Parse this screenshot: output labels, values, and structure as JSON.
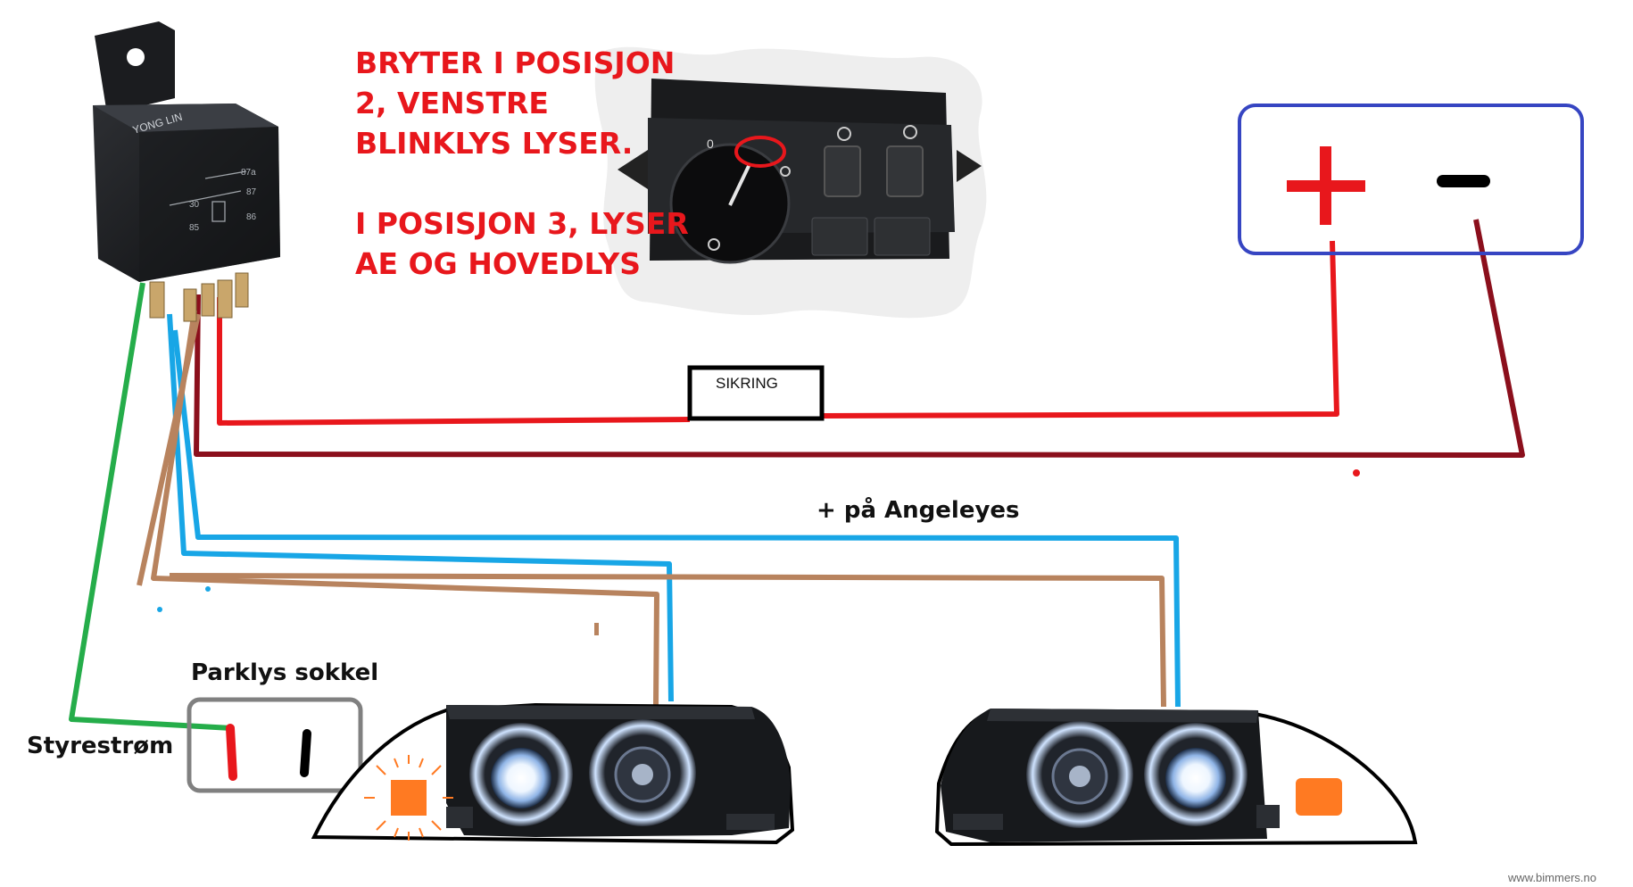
{
  "notes": {
    "switch_line1": "BRYTER I POSISJON",
    "switch_line2": "2, VENSTRE",
    "switch_line3": "BLINKLYS LYSER.",
    "switch_line4": "I POSISJON 3, LYSER",
    "switch_line5": "AE OG HOVEDLYS"
  },
  "labels": {
    "fuse": "SIKRING",
    "angel_eyes": "+ på Angeleyes",
    "park_socket": "Parklys sokkel",
    "control_current": "Styrestrøm",
    "watermark": "www.bimmers.no"
  },
  "relay": {
    "brand": "YONG LIN",
    "pins": [
      "30",
      "85",
      "86",
      "87",
      "87a"
    ]
  },
  "switch": {
    "position_marks": [
      "0"
    ]
  },
  "battery": {
    "plus": "+",
    "minus": "−"
  },
  "wire_colors": {
    "red": "#e8171c",
    "dark_red": "#8b0f1c",
    "blue": "#18a6e6",
    "brown": "#b8835e",
    "green": "#25ad4a",
    "battery_frame": "#3645c2",
    "orange": "#ff7a22"
  },
  "icons": [
    "relay-icon",
    "light-switch-icon",
    "battery-icon",
    "headlight-icon",
    "park-socket-icon"
  ]
}
